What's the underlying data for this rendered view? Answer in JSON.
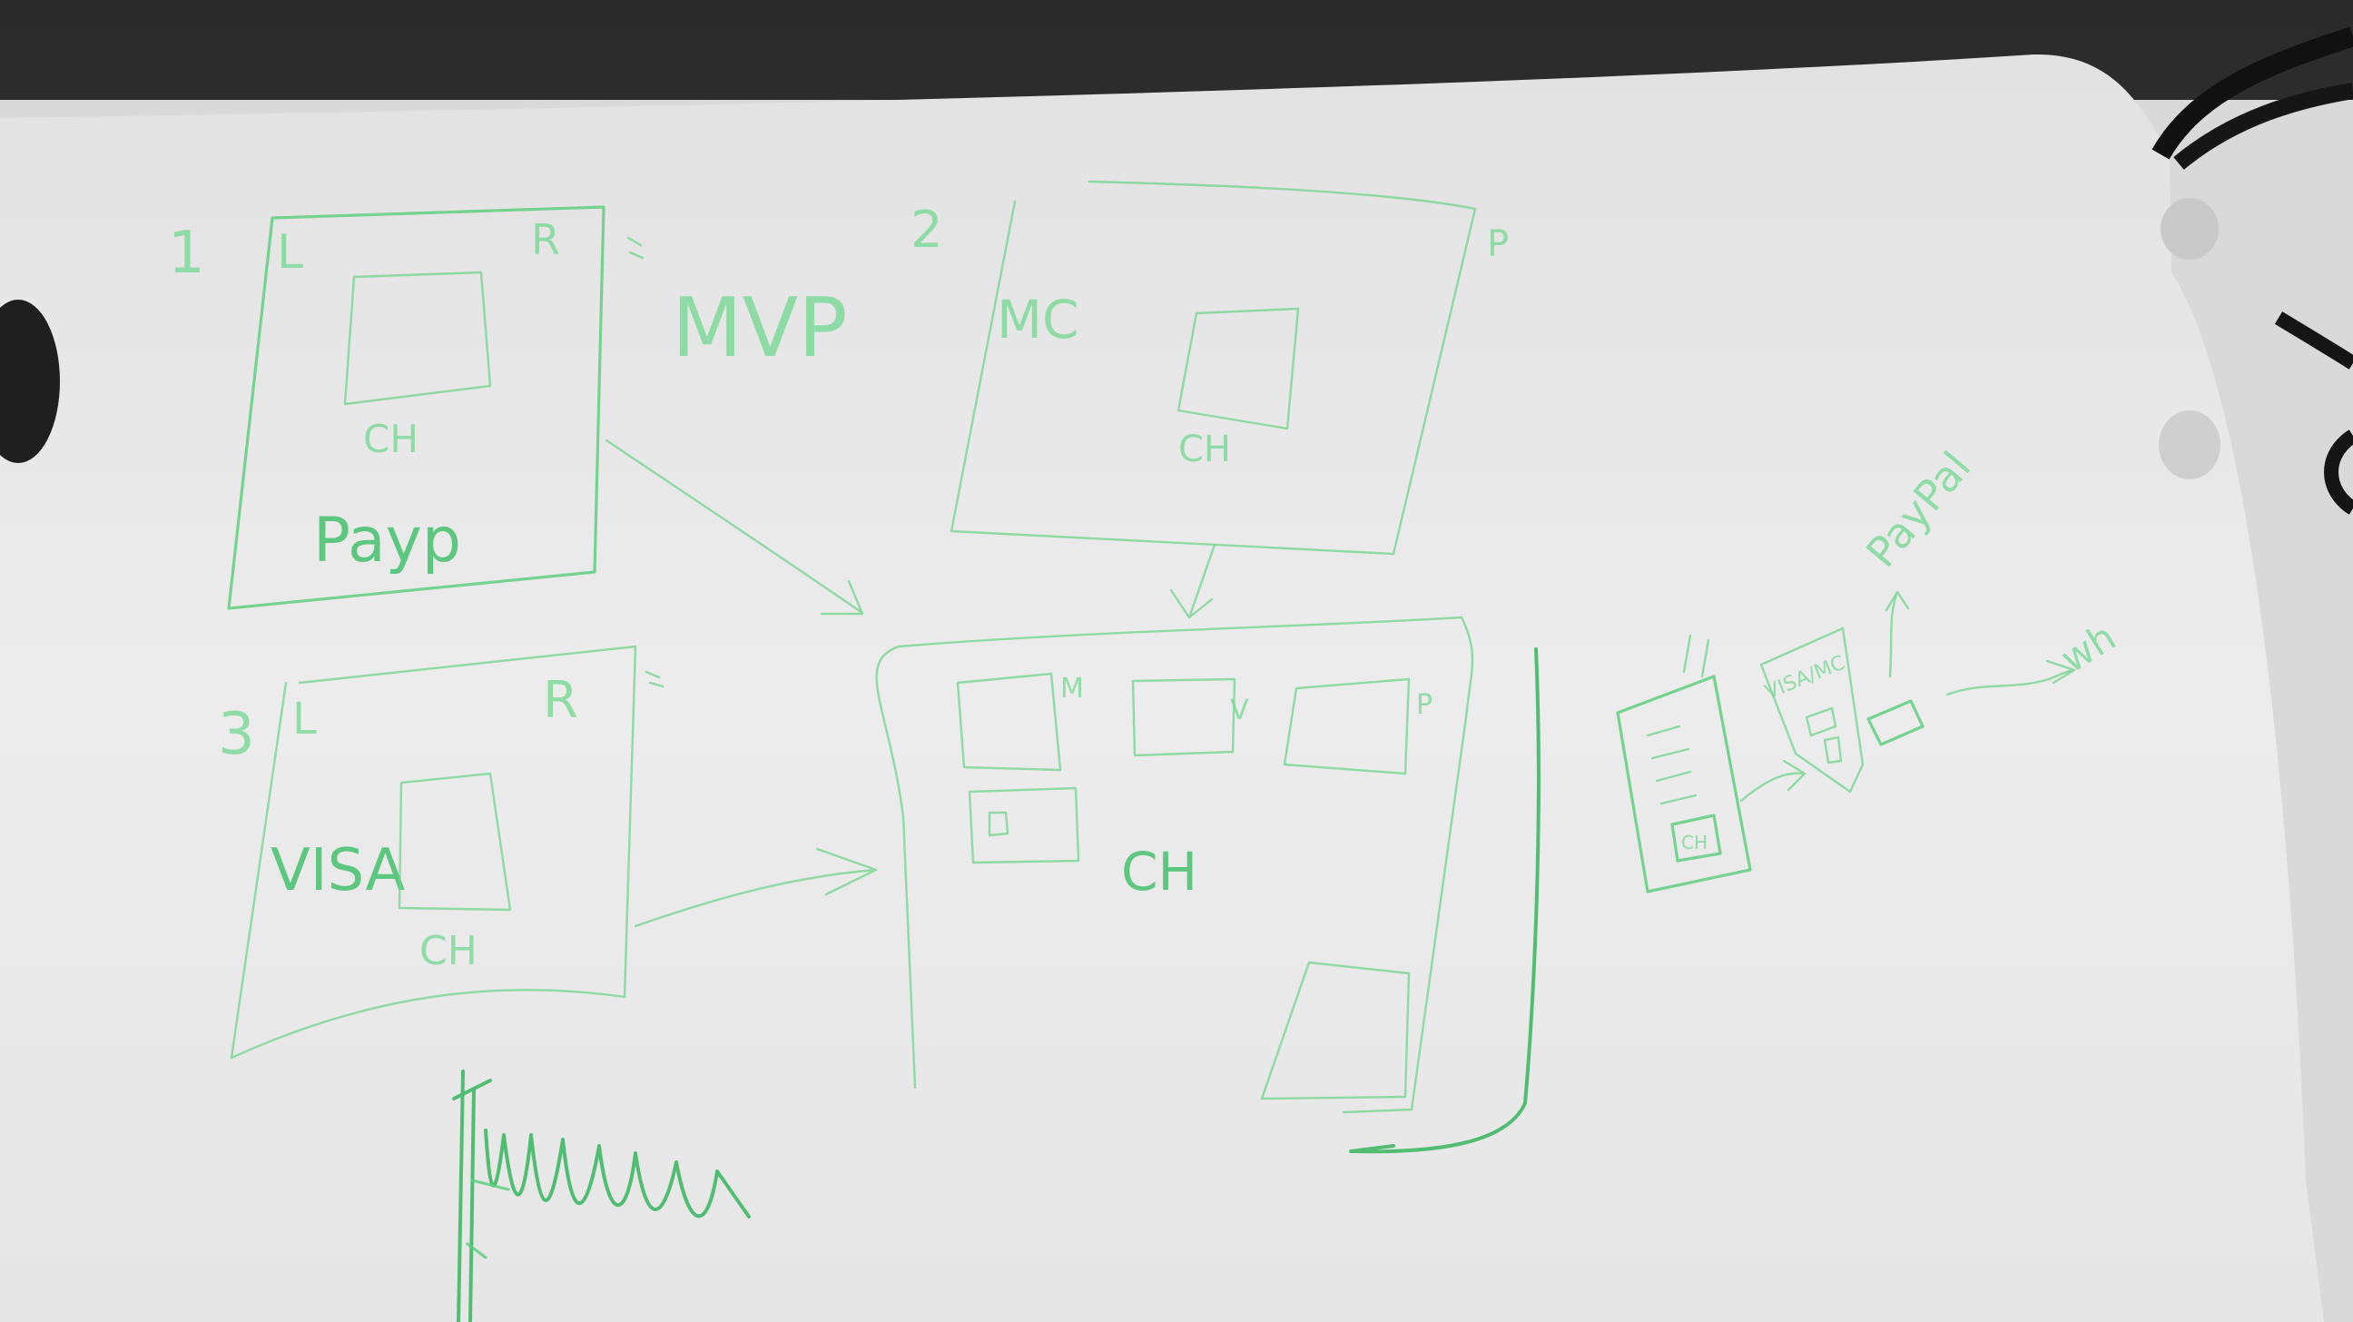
{
  "sketch": {
    "ink_color": "#5fcf7e",
    "paper_color": "#ededed",
    "background_color": "#3a3a3a",
    "panel1": {
      "number": "1",
      "left_label": "L",
      "right_label": "R",
      "caption": "CH",
      "brand": "Payp"
    },
    "mvp_label": "MVP",
    "panel2": {
      "number": "2",
      "corner_label": "P",
      "brand": "MC",
      "caption": "CH"
    },
    "panel3": {
      "number": "3",
      "left_label": "L",
      "right_label": "R",
      "brand": "VISA",
      "caption": "CH"
    },
    "panel_combined": {
      "caption": "CH",
      "tile_m": "M",
      "tile_v": "V",
      "tile_p": "P"
    },
    "side_flow": {
      "doc_badge": "CH",
      "stack_label": "VISA/MC",
      "paypal_label": "PayPal",
      "right_label": "wh"
    }
  }
}
